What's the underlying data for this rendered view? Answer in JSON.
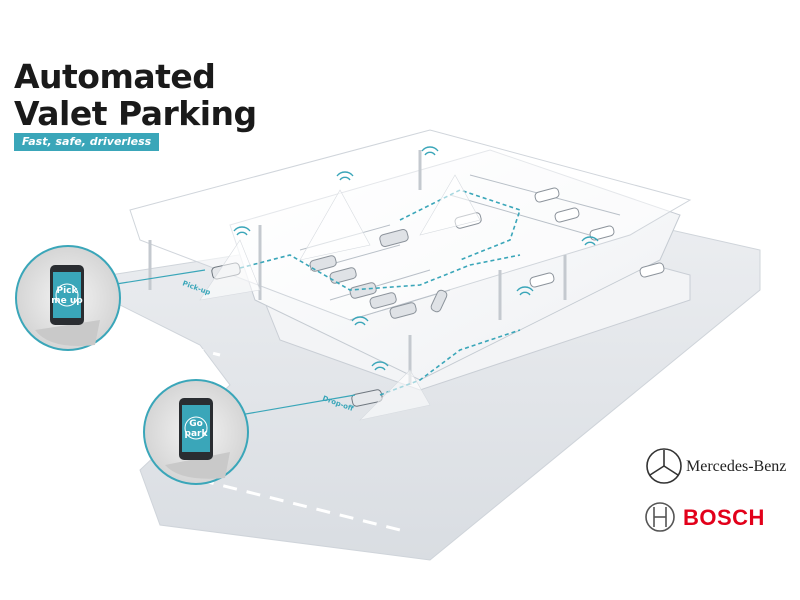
{
  "header": {
    "title_line1": "Automated",
    "title_line2": "Valet Parking",
    "subtitle": "Fast, safe, driverless"
  },
  "phones": {
    "pickup_line1": "Pick",
    "pickup_line2": "me up",
    "park_line1": "Go",
    "park_line2": "park"
  },
  "zones": {
    "pickup": "Pick-up",
    "dropoff": "Drop-off"
  },
  "brands": {
    "mercedes": "Mercedes-Benz",
    "bosch": "BOSCH"
  },
  "colors": {
    "accent": "#3aa6b9",
    "bosch_red": "#e2001a"
  }
}
